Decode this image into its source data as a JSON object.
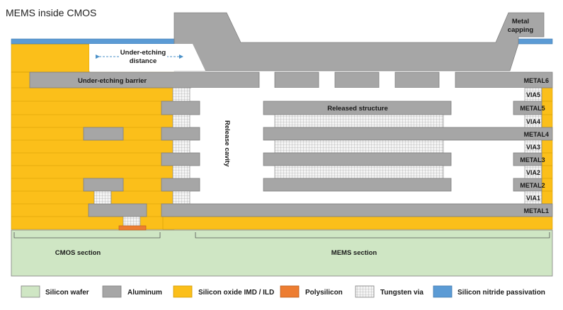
{
  "title": "MEMS inside CMOS",
  "colors": {
    "silicon_wafer": "#cfe6c4",
    "aluminum": "#a6a6a6",
    "oxide": "#fbbf1a",
    "polysilicon": "#ed7d31",
    "tungsten": "#f2f2f2",
    "nitride": "#5b9bd5",
    "outline": "#7f7f7f"
  },
  "labels": {
    "under_etching_distance": [
      "Under-etching",
      "distance"
    ],
    "under_etching_barrier": "Under-etching barrier",
    "metal_capping": [
      "Metal",
      "capping"
    ],
    "release_cavity": "Release cavity",
    "released_structure": "Released structure",
    "cmos_section": "CMOS section",
    "mems_section": "MEMS section"
  },
  "layers": {
    "metal6": "METAL6",
    "via5": "VIA5",
    "metal5": "METAL5",
    "via4": "VIA4",
    "metal4": "METAL4",
    "via3": "VIA3",
    "metal3": "METAL3",
    "via2": "VIA2",
    "metal2": "METAL2",
    "via1": "VIA1",
    "metal1": "METAL1"
  },
  "legend": [
    {
      "label": "Silicon wafer",
      "icon": "silicon-wafer-swatch",
      "color": "#cfe6c4"
    },
    {
      "label": "Aluminum",
      "icon": "aluminum-swatch",
      "color": "#a6a6a6"
    },
    {
      "label": "Silicon oxide IMD / ILD",
      "icon": "silicon-oxide-swatch",
      "color": "#fbbf1a"
    },
    {
      "label": "Polysilicon",
      "icon": "polysilicon-swatch",
      "color": "#ed7d31"
    },
    {
      "label": "Tungsten via",
      "icon": "tungsten-via-swatch",
      "color": "#f2f2f2"
    },
    {
      "label": "Silicon nitride passivation",
      "icon": "silicon-nitride-swatch",
      "color": "#5b9bd5"
    }
  ]
}
